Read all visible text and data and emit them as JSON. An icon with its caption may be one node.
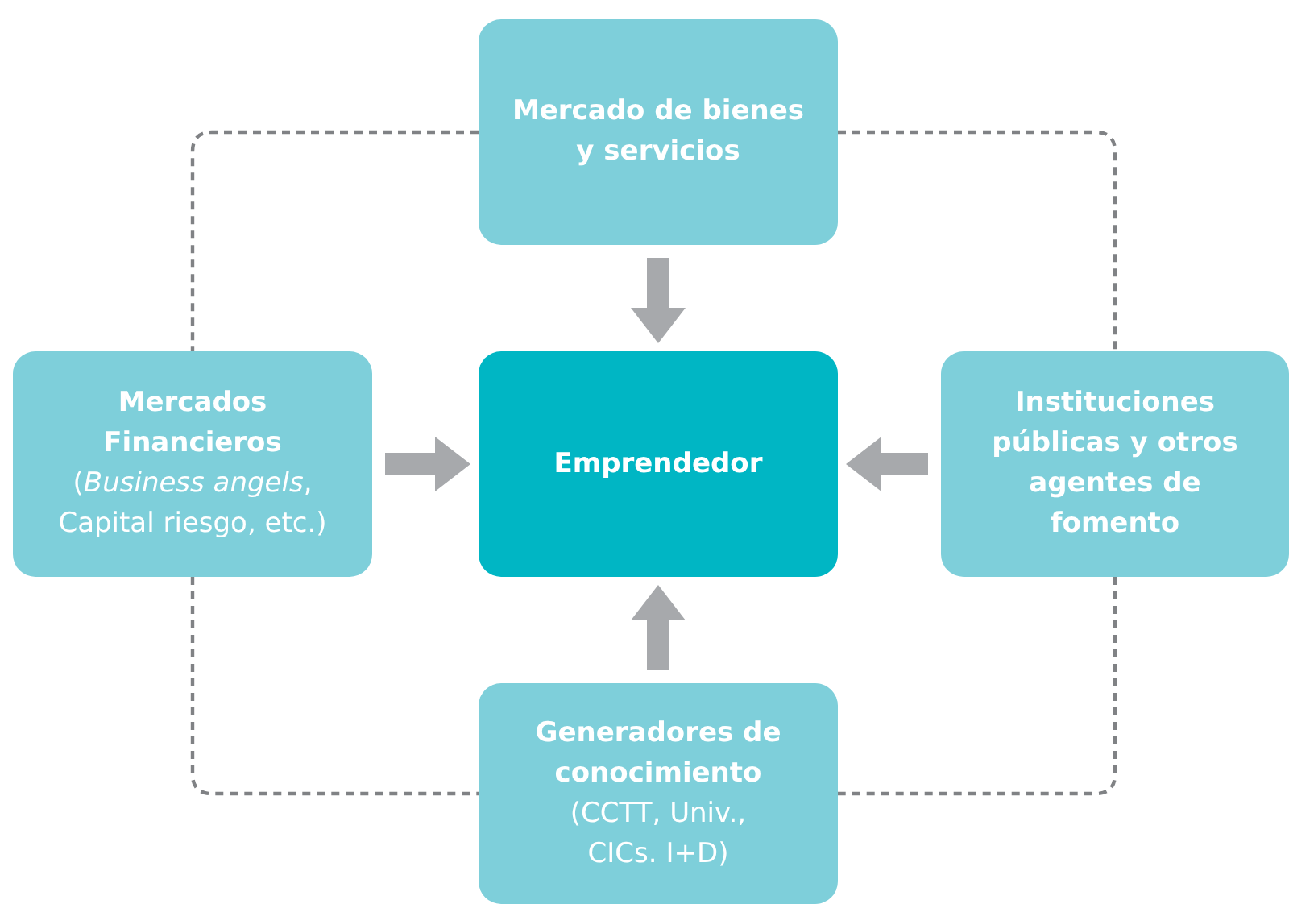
{
  "diagram": {
    "nodes": [
      {
        "text": [
          "Mercado de bienes y servicios"
        ]
      },
      {
        "text": [
          "Mercados Financieros",
          "(*Business angels*, Capital riesgo, etc.)"
        ]
      },
      {
        "text": [
          "Emprendedor"
        ]
      },
      {
        "text": [
          "Instituciones públicas y otros agentes de fomento"
        ]
      },
      {
        "text": [
          "Generadores de conocimiento",
          "(CCTT, Univ., CICs. I+D)"
        ]
      }
    ],
    "edges": [
      {
        "from": 0,
        "to": 2,
        "arrow": "to",
        "style": "thick",
        "color": "#a7a9ac"
      },
      {
        "from": 1,
        "to": 2,
        "arrow": "to",
        "style": "thick",
        "color": "#a7a9ac"
      },
      {
        "from": 3,
        "to": 2,
        "arrow": "to",
        "style": "thick",
        "color": "#a7a9ac"
      },
      {
        "from": 4,
        "to": 2,
        "arrow": "to",
        "style": "thick",
        "color": "#a7a9ac"
      },
      {
        "from": 0,
        "to": 1,
        "arrow": "none",
        "style": "dashed",
        "color": "#808285"
      },
      {
        "from": 0,
        "to": 3,
        "arrow": "none",
        "style": "dashed",
        "color": "#808285"
      },
      {
        "from": 1,
        "to": 4,
        "arrow": "none",
        "style": "dashed",
        "color": "#808285"
      },
      {
        "from": 3,
        "to": 4,
        "arrow": "none",
        "style": "dashed",
        "color": "#808285"
      }
    ]
  }
}
